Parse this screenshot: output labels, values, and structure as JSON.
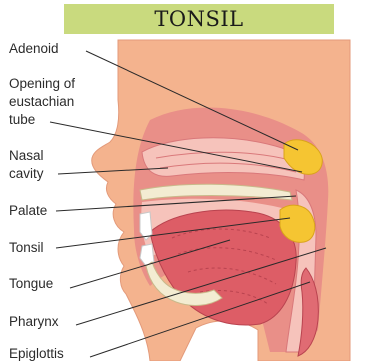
{
  "title": "TONSIL",
  "labels": {
    "adenoid": "Adenoid",
    "eustachian_line1": "Opening of",
    "eustachian_line2": "eustachian",
    "eustachian_line3": "tube",
    "nasal_line1": "Nasal",
    "nasal_line2": "cavity",
    "palate": "Palate",
    "tonsil": "Tonsil",
    "tongue": "Tongue",
    "pharynx": "Pharynx",
    "epiglottis": "Epiglottis"
  },
  "colors": {
    "banner": "#c9da7e",
    "skin": "#f4b38e",
    "tissue": "#e98f88",
    "cavity": "#f6c3bb",
    "tongue": "#dd5d66",
    "bone": "#f3ecd2",
    "tonsil": "#f5c532"
  }
}
